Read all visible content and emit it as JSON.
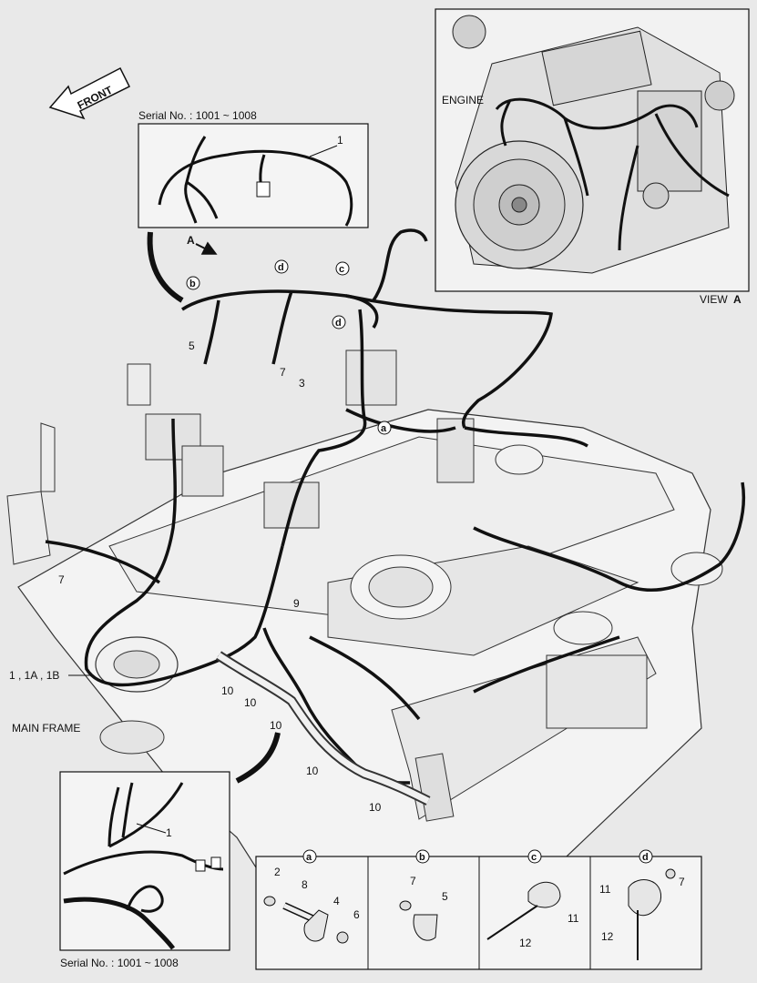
{
  "labels": {
    "front": "FRONT",
    "engine": "ENGINE",
    "view": "VIEW",
    "view_letter": "A",
    "serial_top": "Serial No. : 1001 ~ 1008",
    "serial_bottom": "Serial No. : 1001 ~ 1008",
    "main_frame": "MAIN FRAME",
    "view_arrow": "A"
  },
  "callouts": {
    "c_1_top": "1",
    "c_1_main": "1 , 1A , 1B",
    "c_1_bottom": "1",
    "c_3": "3",
    "c_5": "5",
    "c_7a": "7",
    "c_7b": "7",
    "c_9": "9",
    "c_10a": "10",
    "c_10b": "10",
    "c_10c": "10",
    "c_10d": "10",
    "c_10e": "10"
  },
  "refs": {
    "a": "a",
    "b": "b",
    "c": "c",
    "d": "d"
  },
  "details": {
    "a": {
      "letter": "a",
      "parts": [
        "2",
        "8",
        "4",
        "6"
      ]
    },
    "b": {
      "letter": "b",
      "parts": [
        "7",
        "5"
      ]
    },
    "c": {
      "letter": "c",
      "parts": [
        "11",
        "12"
      ]
    },
    "d": {
      "letter": "d",
      "parts": [
        "11",
        "7",
        "12"
      ]
    }
  }
}
